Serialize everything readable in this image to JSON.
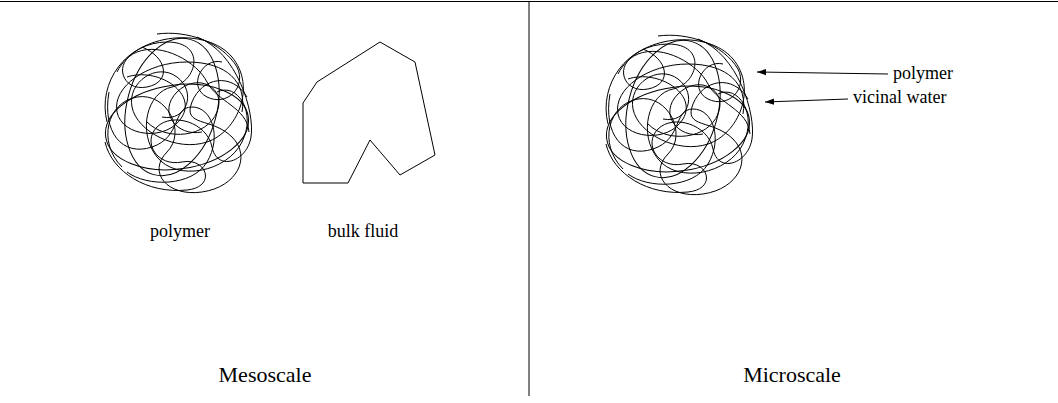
{
  "diagram": {
    "labels": [
      "polymer",
      "bulk fluid",
      "Mesoscale",
      "polymer",
      "vicinal water",
      "Microscale"
    ]
  }
}
